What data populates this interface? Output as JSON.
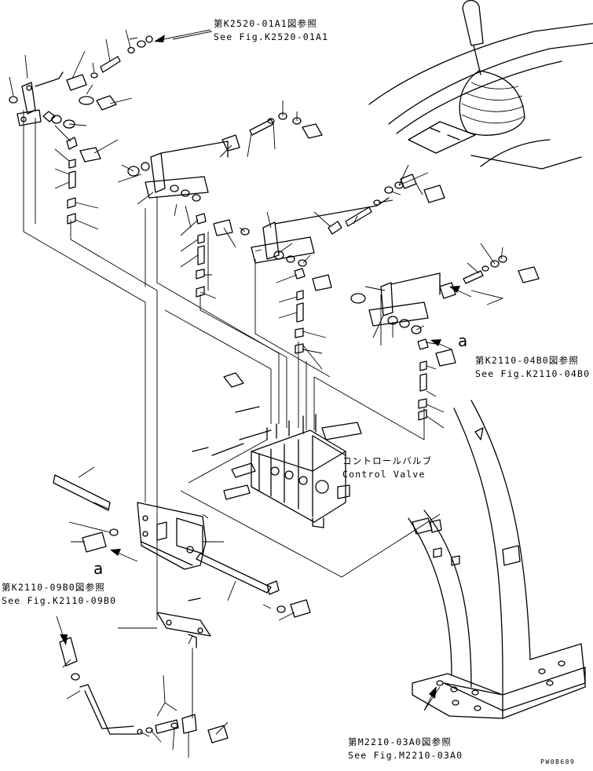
{
  "references": {
    "k2520": {
      "ja": "第K2520-01A1図参照",
      "en": "See Fig.K2520-01A1"
    },
    "k2110_04": {
      "ja": "第K2110-04B0図参照",
      "en": "See Fig.K2110-04B0"
    },
    "k2110_09": {
      "ja": "第K2110-09B0図参照",
      "en": "See Fig.K2110-09B0"
    },
    "m2210": {
      "ja": "第M2210-03A0図参照",
      "en": "See Fig.M2210-03A0"
    }
  },
  "component": {
    "ja": "コントロールバルブ",
    "en": "Control Valve"
  },
  "marks": {
    "a_right": "a",
    "a_left": "a"
  },
  "drawing_code": "PW0B689"
}
